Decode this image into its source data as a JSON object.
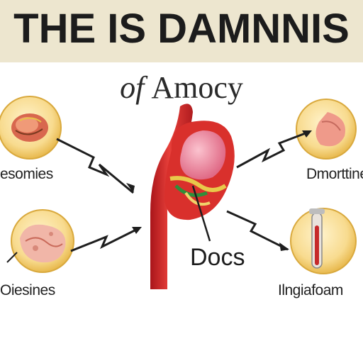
{
  "banner": {
    "title": "THE IS DAMNNIS"
  },
  "subtitle": {
    "prefix": "of",
    "word": "Amocy"
  },
  "labels": {
    "top_left": "esomies",
    "top_right": "Dmorttine",
    "bottom_left": "Oiesines",
    "bottom_right": "Ilngiafoam",
    "center": "Docs"
  },
  "colors": {
    "banner_bg": "#ede6cf",
    "circle_fill": "#f6d98a",
    "organ_red": "#d9302c",
    "stomach_pink": "#f08aa0"
  }
}
